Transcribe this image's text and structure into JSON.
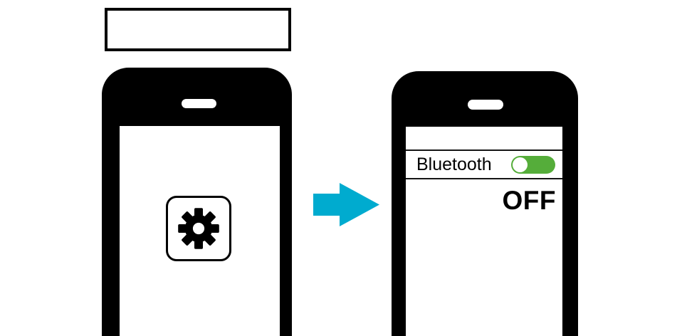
{
  "title_box": {
    "text": ""
  },
  "left_phone": {
    "app_icon": "settings-gear-icon"
  },
  "arrow": {
    "icon": "arrow-right-icon",
    "direction": "right",
    "color": "#00ABCF"
  },
  "right_phone": {
    "bluetooth_label": "Bluetooth",
    "status_text": "OFF",
    "toggle": {
      "state": "off",
      "knob_position": "left",
      "color": "#55AD3A",
      "knob_color": "#ffffff"
    }
  }
}
